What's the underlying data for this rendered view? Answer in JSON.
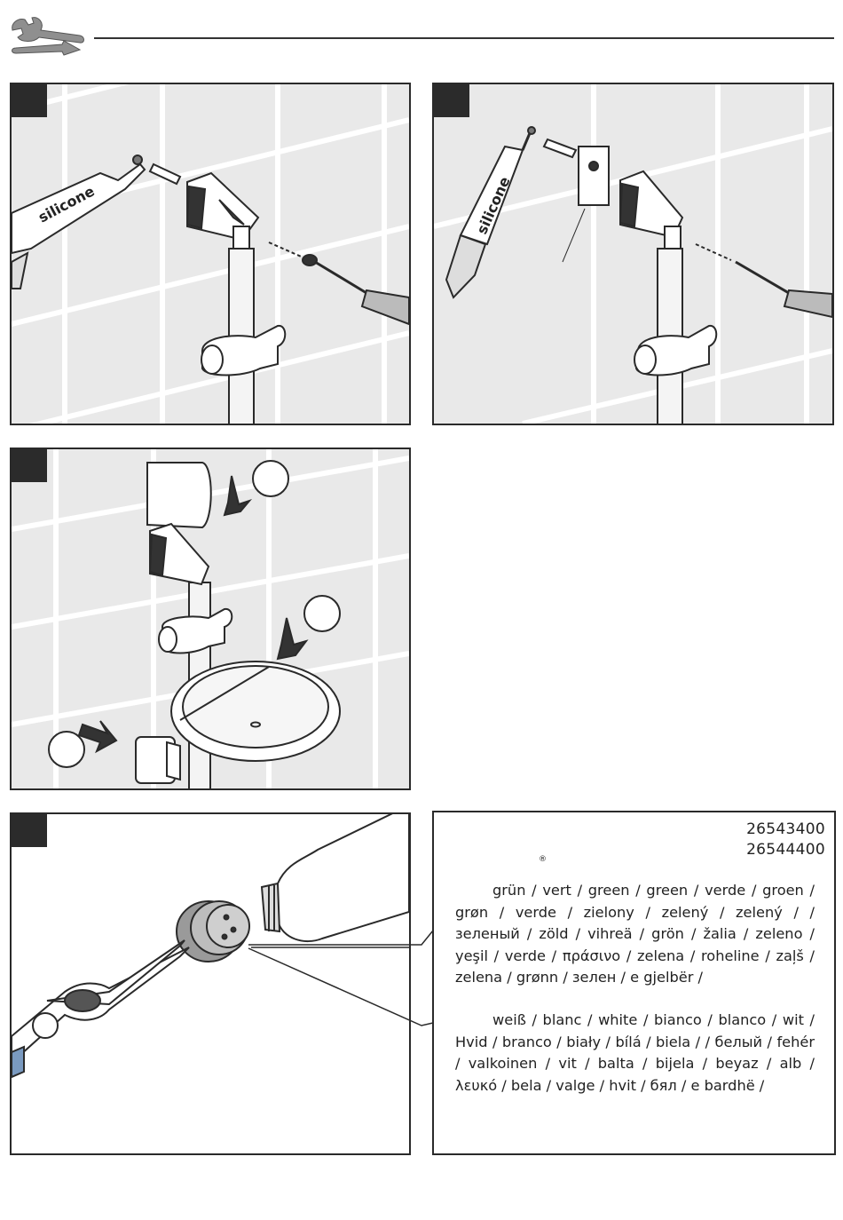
{
  "header": {
    "icon": "wrench-screwdriver-icon"
  },
  "panels": [
    {
      "id": "panel-1",
      "tube_label": "silicone"
    },
    {
      "id": "panel-2",
      "tube_label": "silicone"
    },
    {
      "id": "panel-3"
    },
    {
      "id": "panel-4"
    }
  ],
  "info": {
    "article_1": "26543400",
    "article_2": "26544400",
    "registered_mark": "®",
    "green_text": "grün / vert / green / green / verde / groen / grøn / verde / zielony / zelený / zelený / / зеленый / zöld / vihreä / grön / žalia / zeleno / yeşil / verde / πράσινο / zelena / roheline / zaļš / zelena / grønn / зелен / e gjelbër /",
    "white_text": "weiß / blanc / white / bianco / blanco / wit / Hvid / branco / biały / bílá / biela / / белый / fehér / valkoinen / vit / balta / bijela / beyaz / alb / λευκό / bela / valge / hvit / бял / e bardhë /"
  },
  "colors": {
    "line": "#2a2a2a",
    "tile": "#e9e9e9",
    "grout": "#ffffff",
    "accent_grey": "#8a8a8a"
  }
}
